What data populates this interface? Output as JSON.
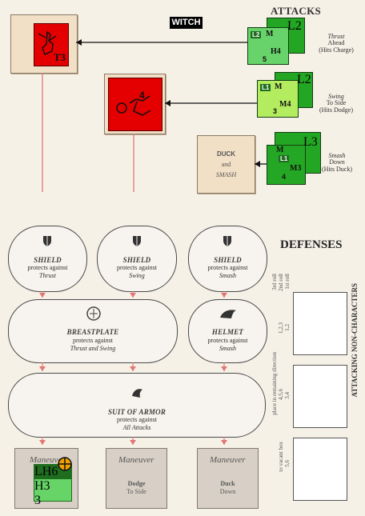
{
  "labels": {
    "attacks_title": "ATTACKS",
    "witch_label": "WITCH",
    "defenses_title": "DEFENSES",
    "attacking_noncharacters_title": "ATTACKING NON-CHARACTERS"
  },
  "attack_descriptions": [
    {
      "name": "Thrust",
      "line2": "Ahead",
      "line3": "(Hits Charge)"
    },
    {
      "name": "Swing",
      "line2": "To Side",
      "line3": "(Hits Dodge)"
    },
    {
      "name": "Smash",
      "line2": "Down",
      "line3": "(Hits Duck)"
    }
  ],
  "cards": {
    "left_top_code": "T3",
    "center_top_code": "4",
    "duck_smash": {
      "line1": "DUCK",
      "line2": "and",
      "line3": "SMASH"
    }
  },
  "attack_counters": [
    {
      "tag1": "L2",
      "tag2": "L2",
      "code": "M",
      "num": "5",
      "sub": "H4"
    },
    {
      "tag1": "L1",
      "tag2": "L2",
      "code": "M",
      "num": "3",
      "sub": "M4"
    },
    {
      "tag1": "L3",
      "tag2": "L1",
      "code": "M",
      "num": "4",
      "sub": "M3"
    }
  ],
  "defenses": {
    "shields": [
      {
        "title": "SHIELD",
        "line1": "protects against",
        "line2": "Thrust"
      },
      {
        "title": "SHIELD",
        "line1": "protects against",
        "line2": "Swing"
      },
      {
        "title": "SHIELD",
        "line1": "protects against",
        "line2": "Smash"
      }
    ],
    "breastplate": {
      "title": "BREASTPLATE",
      "line1": "protects against",
      "line2": "Thrust and Swing"
    },
    "helmet": {
      "title": "HELMET",
      "line1": "protects against",
      "line2": "Smash"
    },
    "suit_of_armor": {
      "title": "SUIT OF ARMOR",
      "line1": "protects against",
      "line2": "All Attacks"
    }
  },
  "maneuvers": [
    {
      "title": "Maneuver",
      "line1": "",
      "line2": ""
    },
    {
      "title": "Maneuver",
      "line1": "Dodge",
      "line2": "To Side"
    },
    {
      "title": "Maneuver",
      "line1": "Duck",
      "line2": "Down"
    }
  ],
  "roll_notes": {
    "first_roll": "1st roll",
    "second_roll": "2nd roll",
    "third_roll": "3rd roll",
    "roll_12": "1,2",
    "roll_123": "1,2,3",
    "roll_34": "3,4",
    "roll_456": "4,5,6",
    "roll_56": "5,6",
    "place_direction": "place in remaining direction",
    "to_vacant_box": "to vacant box"
  },
  "maneuver_counter": {
    "tag": "LH6",
    "code": "H3",
    "num": "3"
  }
}
